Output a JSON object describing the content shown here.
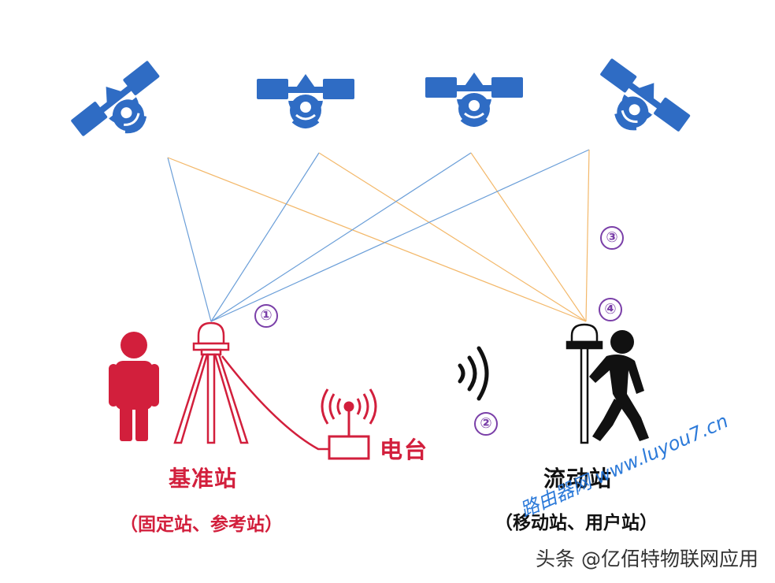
{
  "labels": {
    "base_station": "基准站",
    "base_station_sub": "（固定站、参考站）",
    "radio": "电台",
    "rover_station": "流动站",
    "rover_station_sub": "（移动站、用户站）"
  },
  "markers": [
    "①",
    "②",
    "③",
    "④"
  ],
  "watermarks": {
    "site": "路由器网 www.luyou7.cn",
    "footer": "头条 @亿佰特物联网应用"
  },
  "colors": {
    "satellite": "#2f6cc4",
    "base": "#d21f3c",
    "rover": "#111111",
    "signal_blue": "#6a9ed8",
    "signal_orange": "#f3b86a",
    "marker": "#7a3fa8"
  },
  "icons": [
    "satellite-icon",
    "person-icon",
    "tripod-antenna-icon",
    "radio-transmitter-icon",
    "wireless-signal-icon",
    "walking-person-icon",
    "rover-pole-antenna-icon"
  ]
}
